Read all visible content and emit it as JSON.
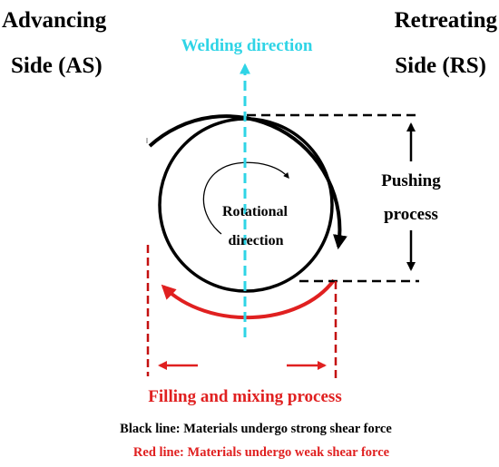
{
  "labels": {
    "advancing_line1": "Advancing",
    "advancing_line2": "Side (AS)",
    "retreating_line1": "Retreating",
    "retreating_line2": "Side (RS)",
    "welding_direction": "Welding direction",
    "pushing_line1": "Pushing",
    "pushing_line2": "process",
    "rotational_line1": "Rotational",
    "rotational_line2": "direction",
    "filling_mixing": "Filling and mixing process"
  },
  "legend": {
    "black": "Black line: Materials undergo strong shear force",
    "red": "Red line: Materials undergo weak shear force"
  },
  "colors": {
    "black": "#000000",
    "red": "#e02020",
    "dark_red": "#c41010",
    "cyan": "#2fd4e6",
    "gray": "#bbbbbb"
  }
}
